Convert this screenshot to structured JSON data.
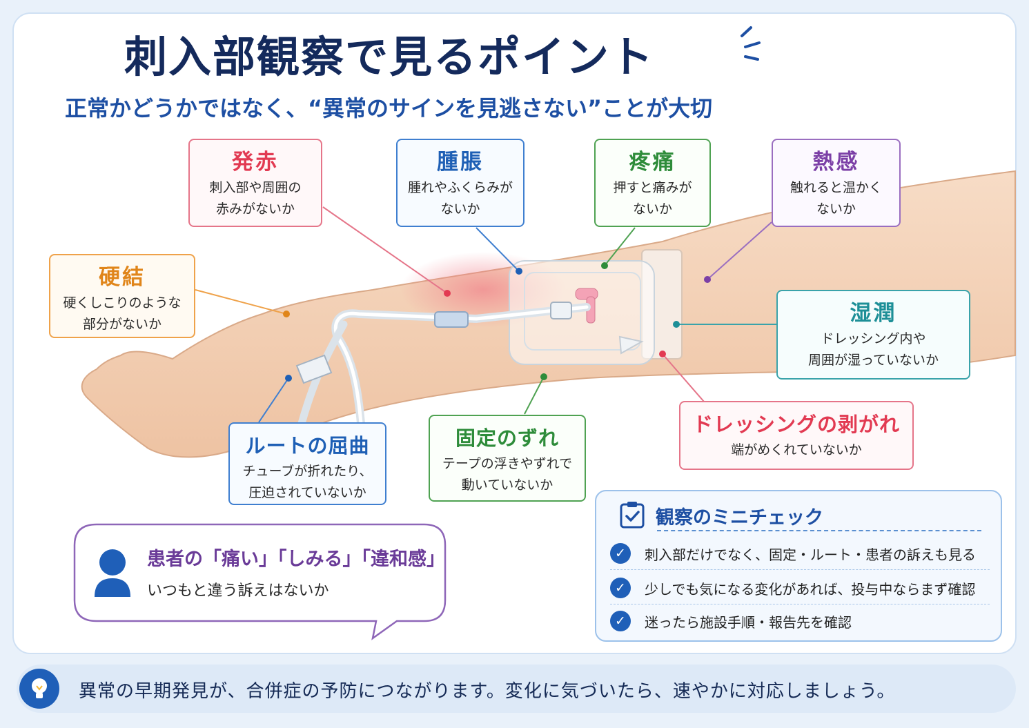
{
  "title": "刺入部観察で見るポイント",
  "subtitle": "正常かどうかではなく、“異常のサインを見逃さない”ことが大切",
  "points": {
    "redness": {
      "title": "発赤",
      "line1": "刺入部や周囲の",
      "line2": "赤みがないか",
      "color": "#e23a52"
    },
    "swelling": {
      "title": "腫脹",
      "line1": "腫れやふくらみが",
      "line2": "ないか",
      "color": "#1e5fb5"
    },
    "pain": {
      "title": "疼痛",
      "line1": "押すと痛みが",
      "line2": "ないか",
      "color": "#2e8c3a"
    },
    "heat": {
      "title": "熱感",
      "line1": "触れると温かく",
      "line2": "ないか",
      "color": "#7b3fa6"
    },
    "induration": {
      "title": "硬結",
      "line1": "硬くしこりのような",
      "line2": "部分がないか",
      "color": "#e0851a"
    },
    "moisture": {
      "title": "湿潤",
      "line1": "ドレッシング内や",
      "line2": "周囲が湿っていないか",
      "color": "#1d8f97"
    },
    "kink": {
      "title": "ルートの屈曲",
      "line1": "チューブが折れたり、",
      "line2": "圧迫されていないか",
      "color": "#1e5fb5"
    },
    "displacement": {
      "title": "固定のずれ",
      "line1": "テープの浮きやずれで",
      "line2": "動いていないか",
      "color": "#2e8c3a"
    },
    "peeling": {
      "title": "ドレッシングの剥がれ",
      "line1": "端がめくれていないか",
      "color": "#e23a52"
    }
  },
  "patient": {
    "title": "患者の「痛い」「しみる」「違和感」",
    "text": "いつもと違う訴えはないか",
    "icon": "person-icon"
  },
  "mini_check": {
    "title": "観察のミニチェック",
    "icon": "clipboard-check-icon",
    "items": [
      "刺入部だけでなく、固定・ルート・患者の訴えも見る",
      "少しでも気になる変化があれば、投与中ならまず確認",
      "迷ったら施設手順・報告先を確認"
    ]
  },
  "footer": {
    "text": "異常の早期発見が、合併症の予防につながります。変化に気づいたら、速やかに対応しましょう。",
    "icon": "lightbulb-icon"
  }
}
